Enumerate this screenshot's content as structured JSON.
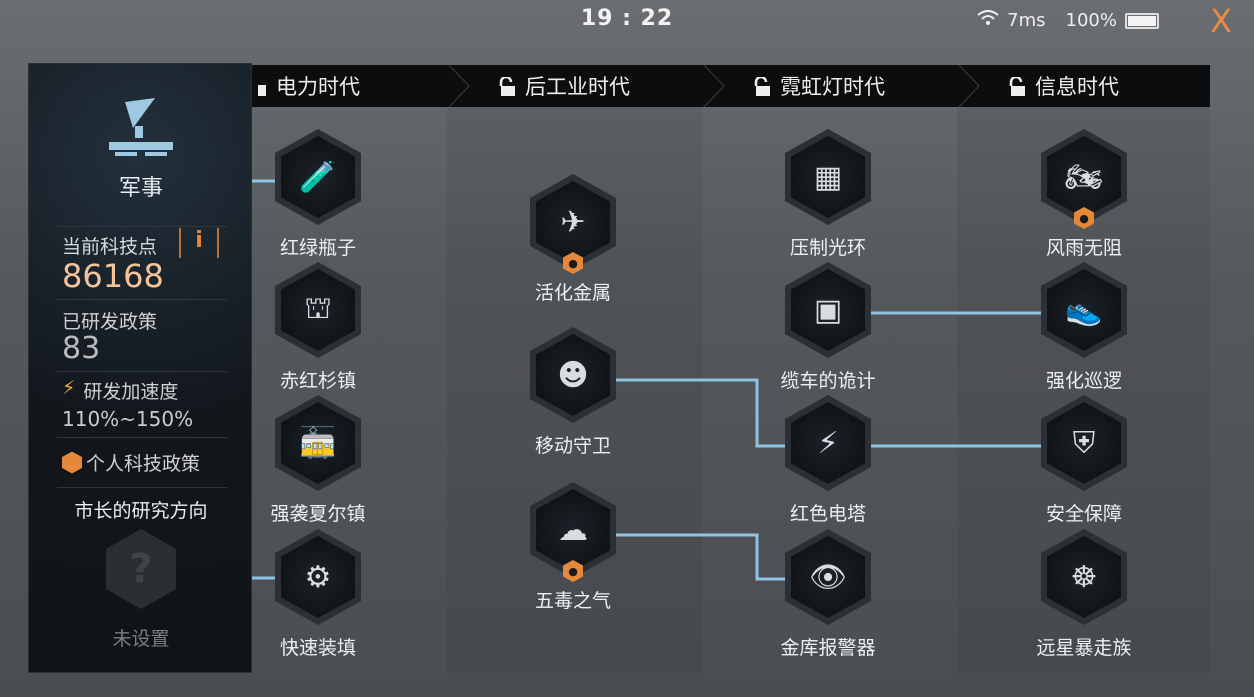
{
  "status": {
    "time": "19 : 22",
    "ping": "7ms",
    "battery": "100%",
    "close": "X"
  },
  "panel": {
    "category": "军事",
    "tech_points_label": "当前科技点",
    "info": "i",
    "tech_points": "86168",
    "researched_label": "已研发政策",
    "researched": "83",
    "speed_label": "研发加速度",
    "speed": "110%~150%",
    "personal_label": "个人科技政策",
    "mayor_label": "市长的研究方向",
    "mayor_unknown": "?",
    "mayor_value": "未设置"
  },
  "eras": [
    {
      "label": "电力时代"
    },
    {
      "label": "后工业时代"
    },
    {
      "label": "霓虹灯时代"
    },
    {
      "label": "信息时代"
    }
  ],
  "nodes": {
    "c1": [
      {
        "label": "红绿瓶子",
        "icon": "🧪"
      },
      {
        "label": "赤红杉镇",
        "icon": "⛫"
      },
      {
        "label": "强袭夏尔镇",
        "icon": "🚋"
      },
      {
        "label": "快速装填",
        "icon": "⚙"
      }
    ],
    "c2": [
      {
        "label": "活化金属",
        "icon": "✈"
      },
      {
        "label": "移动守卫",
        "icon": "☻"
      },
      {
        "label": "五毒之气",
        "icon": "☁"
      }
    ],
    "c3": [
      {
        "label": "压制光环",
        "icon": "▦"
      },
      {
        "label": "缆车的诡计",
        "icon": "▣"
      },
      {
        "label": "红色电塔",
        "icon": "⚡"
      },
      {
        "label": "金库报警器",
        "icon": "👁"
      }
    ],
    "c4": [
      {
        "label": "风雨无阻",
        "icon": "🏍"
      },
      {
        "label": "强化巡逻",
        "icon": "👟"
      },
      {
        "label": "安全保障",
        "icon": "⛨"
      },
      {
        "label": "远星暴走族",
        "icon": "☸"
      }
    ]
  },
  "colors": {
    "accent": "#e5883a",
    "line": "#8ec3e3",
    "icon": "#9fc9e3"
  }
}
